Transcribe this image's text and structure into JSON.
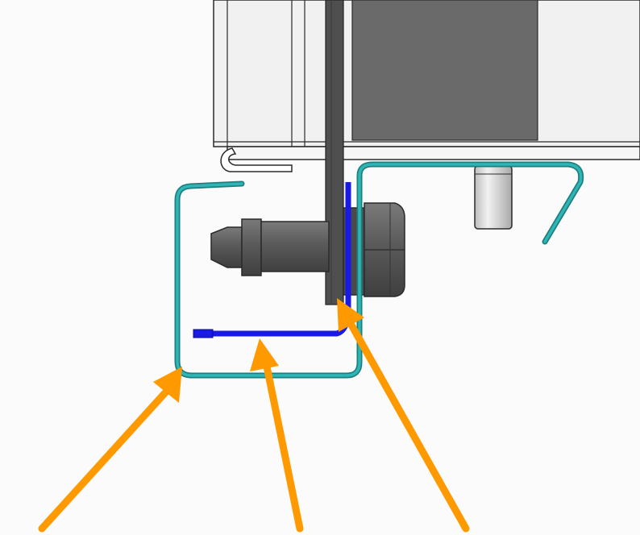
{
  "diagram": {
    "parts": {
      "upper_housing": {
        "icon": "housing-panel",
        "fill": "#f1f1f1",
        "stroke": "#2a2a2a"
      },
      "dark_block": {
        "icon": "dark-block",
        "fill": "#6a6a6a"
      },
      "vertical_bar": {
        "icon": "vertical-bar",
        "fill": "#4f4f4f"
      },
      "bolt": {
        "icon": "bolt-with-nut",
        "fill": "#5a5a5a"
      },
      "spacer": {
        "icon": "cylindrical-spacer",
        "fill": "#e3e3e3"
      },
      "teal_bracket": {
        "icon": "bent-bracket",
        "stroke": "#1f9a9a"
      },
      "blue_strip": {
        "icon": "blue-strip",
        "stroke": "#1a1ae6"
      }
    },
    "arrows": {
      "count": 3,
      "color": "#ff9900"
    }
  }
}
